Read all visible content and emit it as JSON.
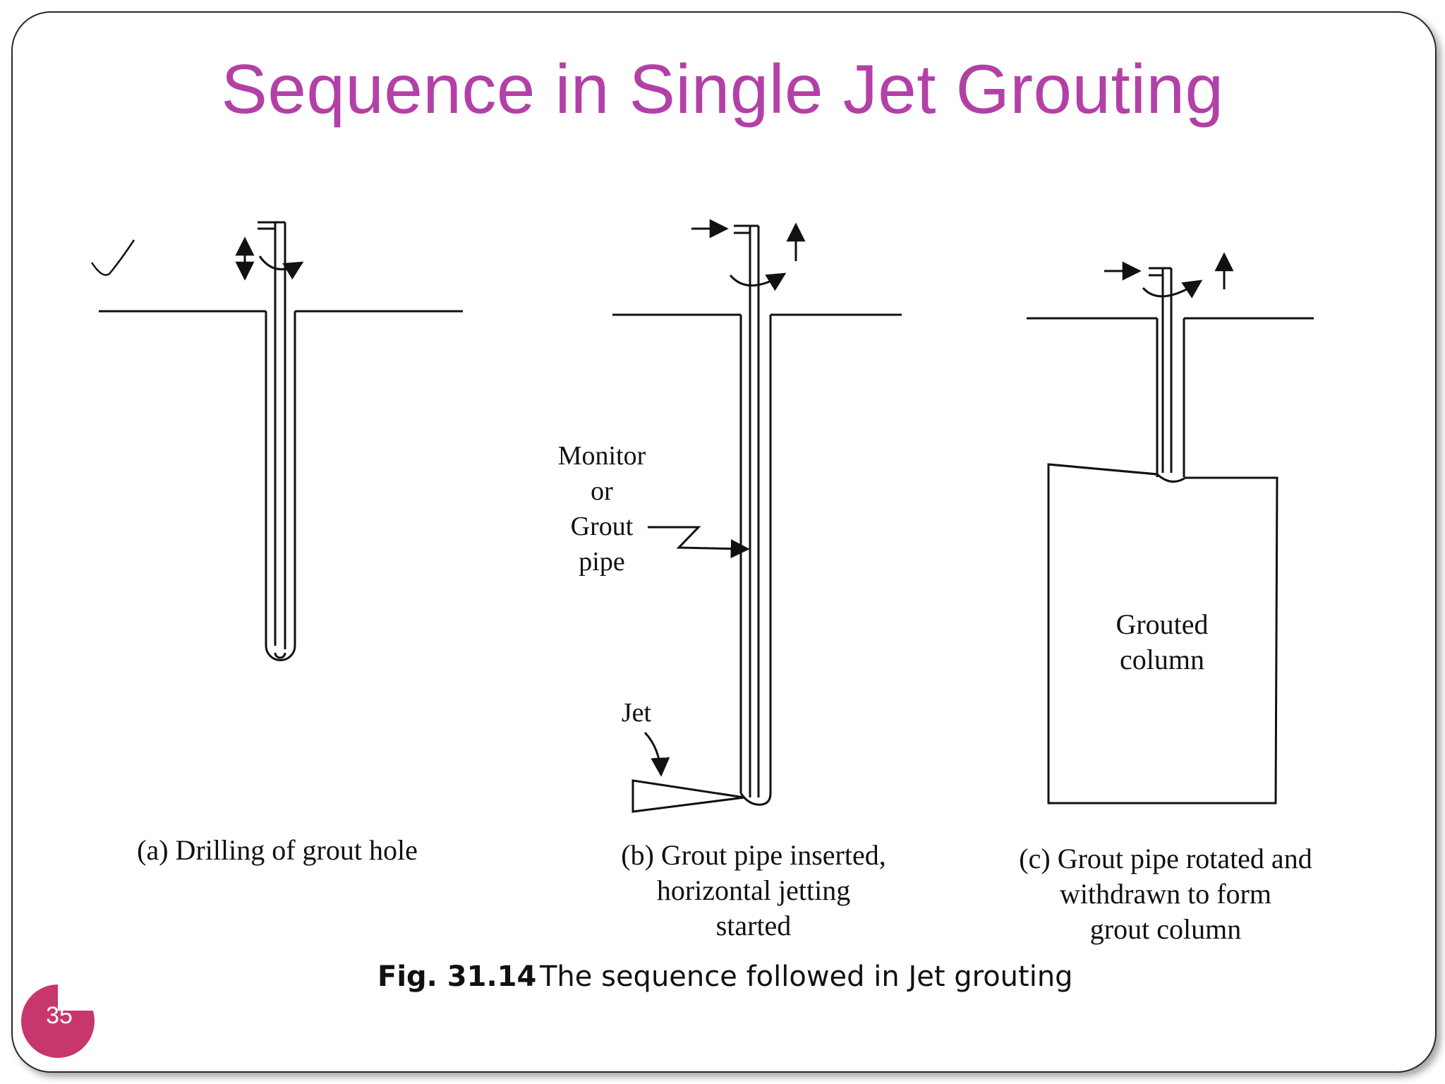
{
  "slide": {
    "title": "Sequence in Single Jet Grouting",
    "page_number": "35"
  },
  "figure": {
    "labels": {
      "monitor": [
        "Monitor",
        "or",
        "Grout",
        "pipe"
      ],
      "jet": "Jet",
      "grouted_column": [
        "Grouted",
        "column"
      ]
    },
    "steps": [
      {
        "caption_lines": [
          "(a) Drilling of grout hole"
        ]
      },
      {
        "caption_lines": [
          "(b) Grout pipe inserted,",
          "horizontal jetting",
          "started"
        ]
      },
      {
        "caption_lines": [
          "(c) Grout pipe rotated and",
          "withdrawn to form",
          "grout column"
        ]
      }
    ],
    "caption_number": "Fig. 31.14",
    "caption_text": "The sequence followed in Jet grouting"
  },
  "colors": {
    "title": "#b340a6",
    "badge": "#c8366e",
    "ink": "#111111"
  }
}
